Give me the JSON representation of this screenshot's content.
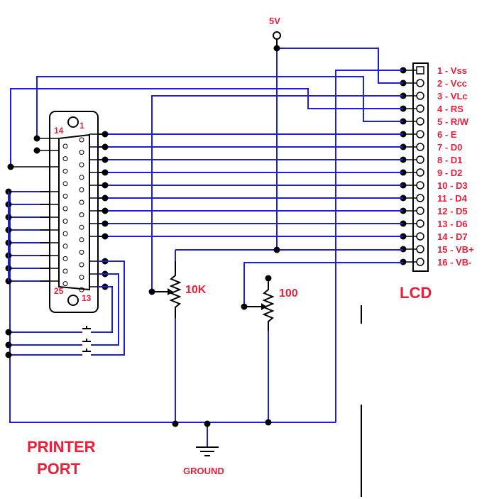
{
  "supply": {
    "label": "5V"
  },
  "ground": {
    "label": "GROUND"
  },
  "printer_port": {
    "line1": "PRINTER",
    "line2": "PORT",
    "pin_1": "1",
    "pin_13": "13",
    "pin_14": "14",
    "pin_25": "25"
  },
  "lcd": {
    "title": "LCD",
    "pins": [
      "1 - Vss",
      "2 - Vcc",
      "3 - VLc",
      "4 - RS",
      "5 - R/W",
      "6 - E",
      "7 - D0",
      "8 - D1",
      "9 - D2",
      "10 - D3",
      "11 - D4",
      "12 - D5",
      "13 - D6",
      "14 - D7",
      "15 - VB+",
      "16 - VB-"
    ]
  },
  "pot_contrast": {
    "label": "10K"
  },
  "pot_backlight": {
    "label": "100"
  },
  "colors": {
    "wire": "#1f1fd0",
    "label": "#e8203a",
    "component": "#000000"
  }
}
